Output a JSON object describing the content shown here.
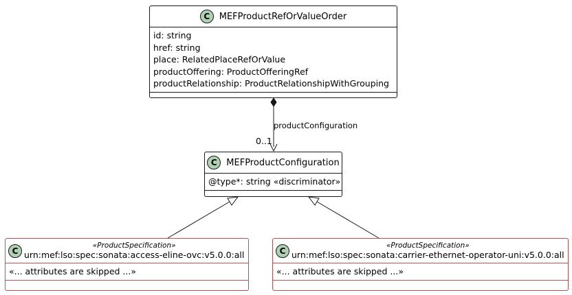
{
  "classes": {
    "order": {
      "icon": "C",
      "name": "MEFProductRefOrValueOrder",
      "attributes": [
        "id: string",
        "href: string",
        "place: RelatedPlaceRefOrValue",
        "productOffering: ProductOfferingRef",
        "productRelationship: ProductRelationshipWithGrouping"
      ]
    },
    "configuration": {
      "icon": "C",
      "name": "MEFProductConfiguration",
      "attributes": [
        "@type*: string «discriminator»"
      ]
    },
    "eline": {
      "icon": "C",
      "stereotype": "«ProductSpecification»",
      "name": "urn:mef:lso:spec:sonata:access-eline-ovc:v5.0.0:all",
      "attributes": [
        "«... attributes are skipped ...»"
      ]
    },
    "uni": {
      "icon": "C",
      "stereotype": "«ProductSpecification»",
      "name": "urn:mef:lso:spec:sonata:carrier-ethernet-operator-uni:v5.0.0:all",
      "attributes": [
        "«... attributes are skipped ...»"
      ]
    }
  },
  "relations": {
    "composition": {
      "label": "productConfiguration",
      "multiplicity": "0..1"
    }
  },
  "colors": {
    "icon_fill": "#add1b2",
    "spec_border": "#c0504d",
    "line": "#181818"
  }
}
